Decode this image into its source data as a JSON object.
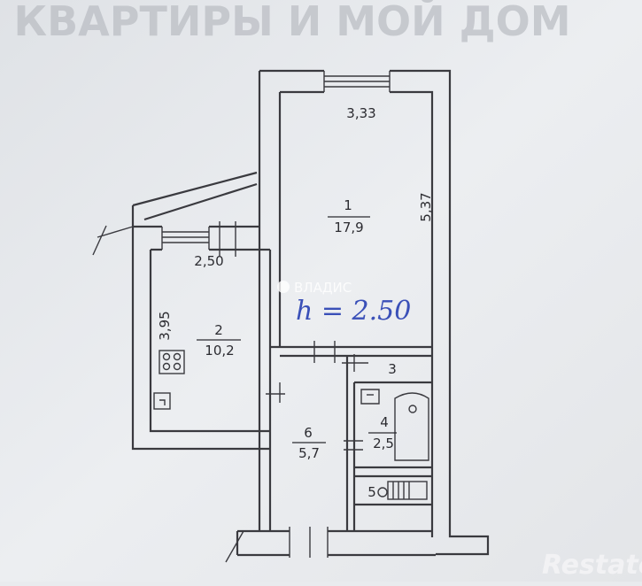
{
  "header_text": "КВАРТИРЫ И МОЙ ДОМ",
  "rooms": [
    {
      "number": "1",
      "area": "17,9"
    },
    {
      "number": "2",
      "area": "10,2"
    },
    {
      "number": "3"
    },
    {
      "number": "4",
      "area": "2,5"
    },
    {
      "number": "5"
    },
    {
      "number": "6",
      "area": "5,7"
    }
  ],
  "dimensions": {
    "room1_width": "3,33",
    "room1_length": "5,37",
    "room2_width": "2,50",
    "room2_length": "3,95"
  },
  "ceiling_height": "h = 2.50",
  "watermark": "ВЛАДИС",
  "brand": "Restate"
}
